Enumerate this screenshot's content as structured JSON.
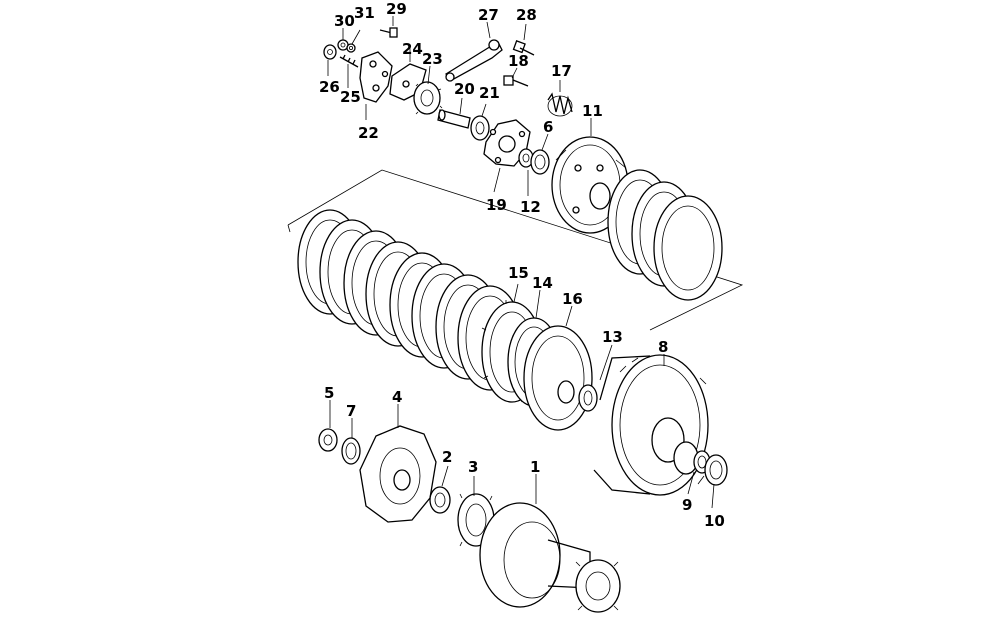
{
  "callouts": {
    "p1": "1",
    "p2": "2",
    "p3": "3",
    "p4": "4",
    "p5": "5",
    "p6": "6",
    "p7": "7",
    "p8": "8",
    "p9": "9",
    "p10": "10",
    "p11": "11",
    "p12": "12",
    "p13": "13",
    "p14": "14",
    "p15": "15",
    "p16": "16",
    "p17": "17",
    "p18": "18",
    "p19": "19",
    "p20": "20",
    "p21": "21",
    "p22": "22",
    "p23": "23",
    "p24": "24",
    "p25": "25",
    "p26": "26",
    "p27": "27",
    "p28": "28",
    "p29": "29",
    "p30": "30",
    "p31": "31"
  }
}
